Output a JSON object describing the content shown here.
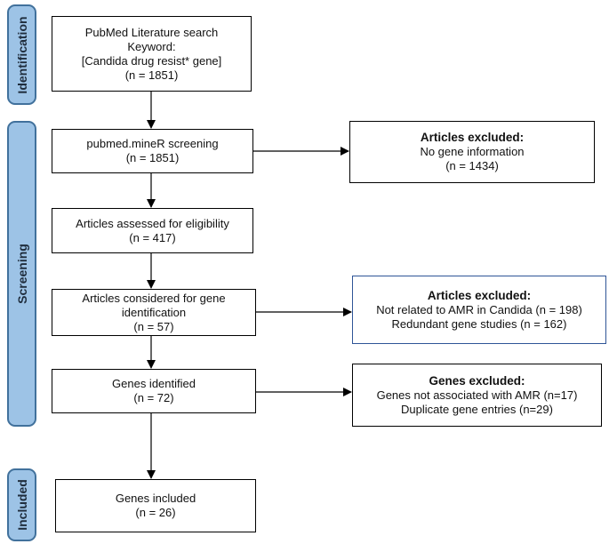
{
  "phases": {
    "identification": "Identification",
    "screening": "Screening",
    "included": "Included"
  },
  "boxes": {
    "search": {
      "lines": [
        "PubMed Literature search",
        "Keyword:",
        "[Candida drug resist* gene]",
        "(n = 1851)"
      ]
    },
    "screening": {
      "lines": [
        "pubmed.mineR screening",
        "(n = 1851)"
      ]
    },
    "eligibility": {
      "lines": [
        "Articles assessed for eligibility",
        "(n = 417)"
      ]
    },
    "considered": {
      "lines": [
        "Articles considered for gene",
        "identification",
        "(n = 57)"
      ]
    },
    "identified": {
      "lines": [
        "Genes identified",
        "(n = 72)"
      ]
    },
    "included": {
      "lines": [
        "Genes included",
        "(n = 26)"
      ]
    },
    "excluded1": {
      "head": "Articles excluded:",
      "lines": [
        "No gene information",
        "(n = 1434)"
      ]
    },
    "excluded2": {
      "head": "Articles excluded:",
      "lines": [
        "Not related to AMR in Candida (n = 198)",
        "Redundant gene studies (n = 162)"
      ]
    },
    "excluded3": {
      "head": "Genes excluded:",
      "lines": [
        "Genes not associated with AMR (n=17)",
        "Duplicate gene entries (n=29)"
      ]
    }
  }
}
